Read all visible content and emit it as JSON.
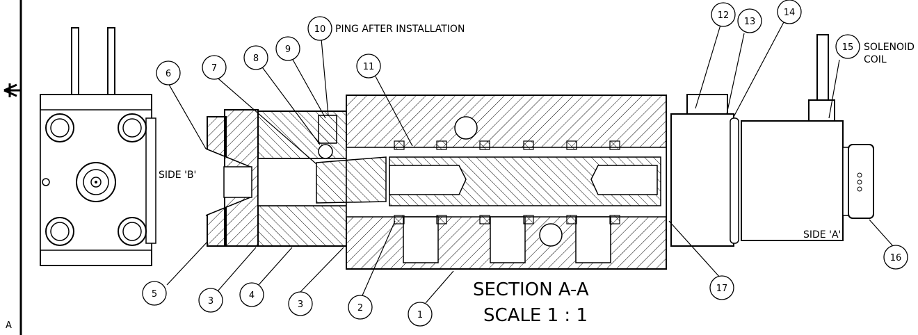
{
  "labels": {
    "ping_note": "PING AFTER INSTALLATION",
    "solenoid_line1": "SOLENOID",
    "solenoid_line2": "COIL",
    "side_b": "SIDE 'B'",
    "side_a": "SIDE 'A'",
    "section_title": "SECTION A-A",
    "scale": "SCALE 1 : 1",
    "zone_letter": "A"
  },
  "balloons": [
    "1",
    "2",
    "3",
    "3",
    "4",
    "5",
    "6",
    "7",
    "8",
    "9",
    "10",
    "11",
    "12",
    "13",
    "14",
    "15",
    "16",
    "17"
  ],
  "colors": {
    "ink": "#000000",
    "paper": "#ffffff"
  }
}
